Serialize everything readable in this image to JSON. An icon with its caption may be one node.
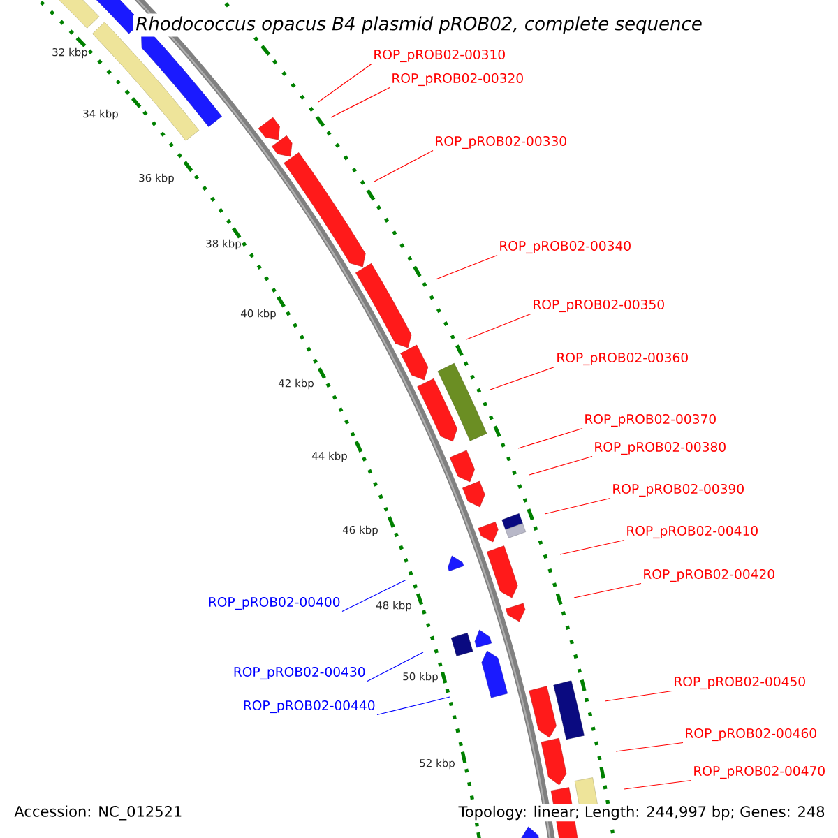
{
  "diagram": {
    "title": "Rhodococcus opacus B4 plasmid pROB02, complete sequence",
    "nodes": [
      {
        "text": [
          "ROP_pROB02-00310"
        ]
      },
      {
        "text": [
          "ROP_pROB02-00320"
        ]
      },
      {
        "text": [
          "ROP_pROB02-00330"
        ]
      },
      {
        "text": [
          "ROP_pROB02-00340"
        ]
      },
      {
        "text": [
          "ROP_pROB02-00350"
        ]
      },
      {
        "text": [
          "ROP_pROB02-00360"
        ]
      },
      {
        "text": [
          "ROP_pROB02-00370"
        ]
      },
      {
        "text": [
          "ROP_pROB02-00380"
        ]
      },
      {
        "text": [
          "ROP_pROB02-00390"
        ]
      },
      {
        "text": [
          "ROP_pROB02-00410"
        ]
      },
      {
        "text": [
          "ROP_pROB02-00420"
        ]
      },
      {
        "text": [
          "ROP_pROB02-00400"
        ]
      },
      {
        "text": [
          "ROP_pROB02-00430"
        ]
      },
      {
        "text": [
          "ROP_pROB02-00450"
        ]
      },
      {
        "text": [
          "ROP_pROB02-00440"
        ]
      },
      {
        "text": [
          "ROP_pROB02-00460"
        ]
      },
      {
        "text": [
          "ROP_pROB02-00470"
        ]
      }
    ],
    "edges": [
      {
        "from": 0,
        "to": null,
        "arrow": "none"
      },
      {
        "from": 1,
        "to": null,
        "arrow": "none"
      },
      {
        "from": 2,
        "to": null,
        "arrow": "none"
      },
      {
        "from": 3,
        "to": null,
        "arrow": "none"
      },
      {
        "from": 4,
        "to": null,
        "arrow": "none"
      },
      {
        "from": 5,
        "to": null,
        "arrow": "none"
      },
      {
        "from": 6,
        "to": null,
        "arrow": "none"
      },
      {
        "from": 7,
        "to": null,
        "arrow": "none"
      },
      {
        "from": 8,
        "to": null,
        "arrow": "none"
      },
      {
        "from": 9,
        "to": null,
        "arrow": "none"
      },
      {
        "from": 10,
        "to": null,
        "arrow": "none"
      },
      {
        "from": 11,
        "to": null,
        "arrow": "none",
        "color": "#0000ff"
      },
      {
        "from": 12,
        "to": null,
        "arrow": "none",
        "color": "#0000ff"
      },
      {
        "from": 13,
        "to": null,
        "arrow": "none"
      },
      {
        "from": 14,
        "to": null,
        "arrow": "none",
        "color": "#0000ff"
      },
      {
        "from": 15,
        "to": null,
        "arrow": "none"
      },
      {
        "from": 16,
        "to": null,
        "arrow": "none"
      }
    ],
    "labels": [
      "32 kbp",
      "34 kbp",
      "36 kbp",
      "38 kbp",
      "40 kbp",
      "42 kbp",
      "44 kbp",
      "46 kbp",
      "48 kbp",
      "50 kbp",
      "52 kbp",
      "Accession: NC_012521",
      "Topology: linear; Length: 244,997 bp; Genes: 248"
    ]
  }
}
